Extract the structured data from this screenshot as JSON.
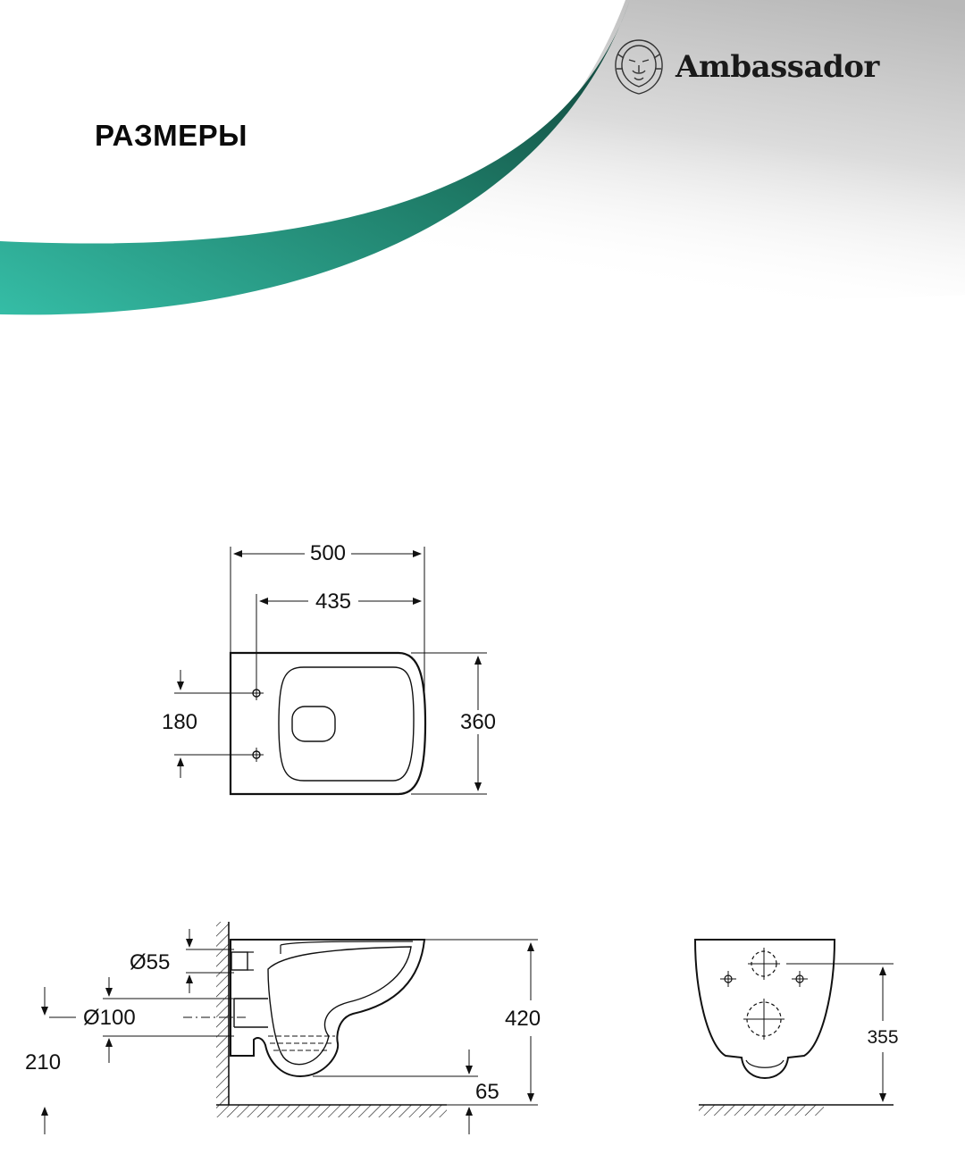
{
  "header": {
    "title": "РАЗМЕРЫ",
    "brand_name": "Ambassador",
    "colors": {
      "accent_start": "#35bda6",
      "accent_end": "#0f3b33",
      "shadow": "#bdbdbd"
    }
  },
  "top_view": {
    "width_total": "500",
    "width_inner": "435",
    "depth": "360",
    "mount_spacing": "180"
  },
  "side_view": {
    "inlet_diameter": "Ø55",
    "outlet_diameter": "Ø100",
    "outlet_height": "210",
    "height": "420",
    "bottom_clearance": "65"
  },
  "rear_view": {
    "mount_height": "355"
  },
  "icons": {
    "brand": "lion-head-icon"
  }
}
